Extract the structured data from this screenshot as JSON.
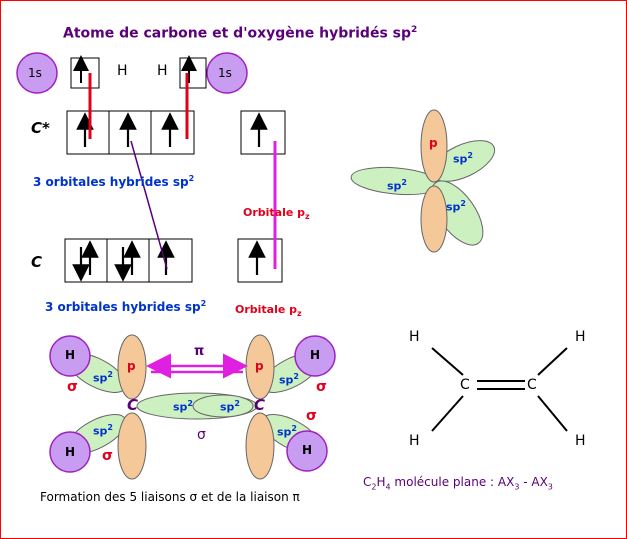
{
  "title": "Atome de carbone et d'oxygène hybridés sp",
  "title_sup": "2",
  "top_row": {
    "s_left": "1s",
    "h1": "H",
    "h2": "H",
    "s_right": "1s"
  },
  "row_cstar": "C*",
  "row_c": "C",
  "hybrid_label_1": "3 orbitales hybrides sp",
  "hybrid_label_2": "3 orbitales hybrides sp",
  "hybrid_sup": "2",
  "pz_label_1": "Orbitale p",
  "pz_label_2": "Orbitale p",
  "pz_sub": "z",
  "lobe_labels": {
    "p": "p",
    "sp2": "sp",
    "sup": "2"
  },
  "bottom": {
    "pi": "π",
    "sigma": "σ",
    "c": "C",
    "h": "H",
    "p": "p",
    "sp": "sp",
    "sup": "2",
    "caption": "Formation des 5 liaisons σ et de la liaison π"
  },
  "lewis": {
    "h": "H",
    "c": "C"
  },
  "molecule_caption": {
    "c": "C",
    "c_sub": "2",
    "h": "H",
    "h_sub": "4",
    "text": " molécule plane : AX",
    "x_sub": "3",
    "dash": " - AX",
    "x_sub2": "3"
  },
  "colors": {
    "red_line": "#e0001a",
    "magenta_line": "#e020e0",
    "purple_line": "#5a0078",
    "lobe_p": "#f5c89a",
    "lobe_sp2": "#ccf0c0",
    "h_sphere": "#c89cf0"
  }
}
